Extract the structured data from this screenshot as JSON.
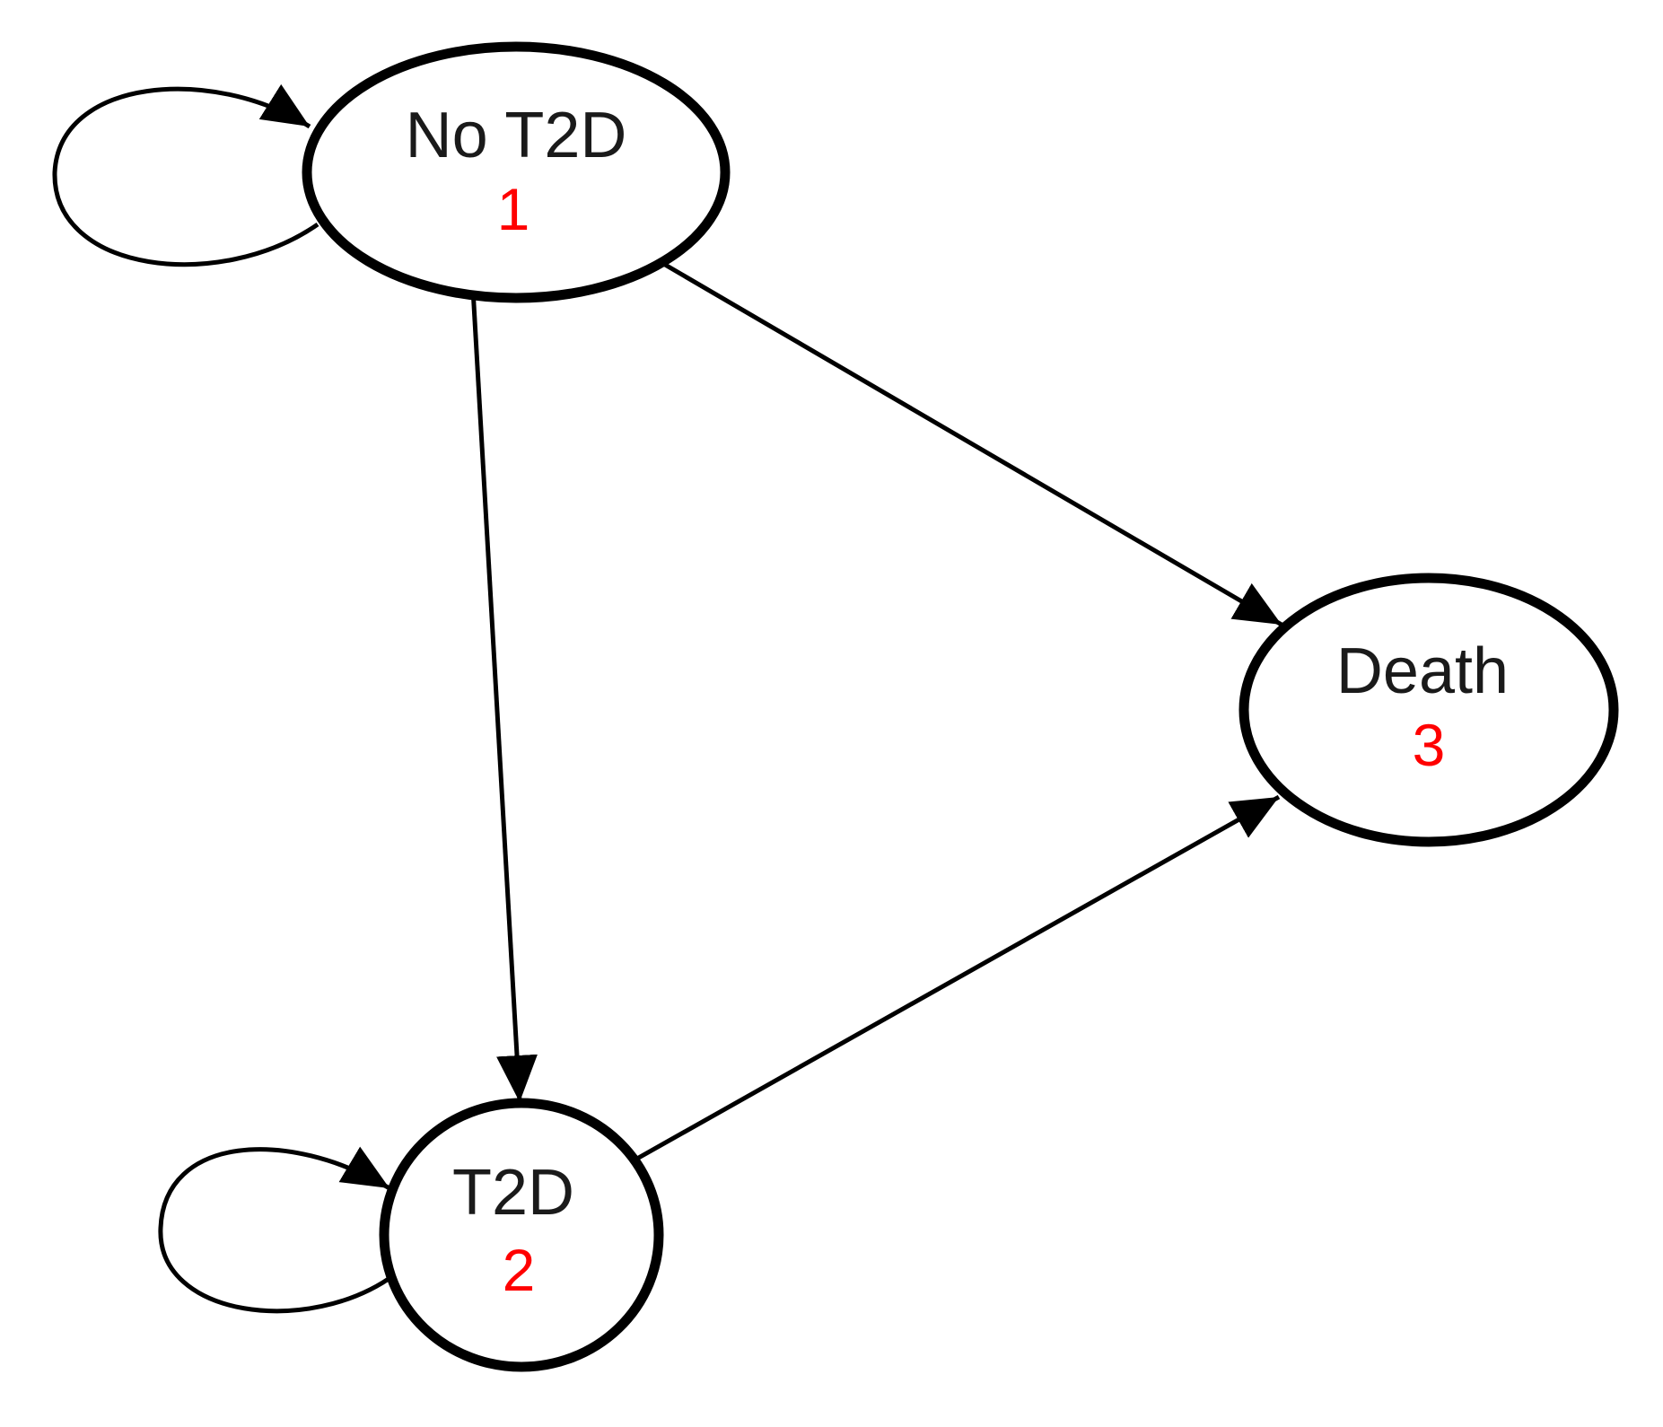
{
  "diagram": {
    "type": "state-transition-diagram",
    "background_color": "#ffffff",
    "line_color": "#000000",
    "number_color": "#ff0000",
    "nodes": [
      {
        "id": "no-t2d",
        "label": "No T2D",
        "number": "1",
        "shape": "ellipse"
      },
      {
        "id": "t2d",
        "label": "T2D",
        "number": "2",
        "shape": "circle"
      },
      {
        "id": "death",
        "label": "Death",
        "number": "3",
        "shape": "ellipse"
      }
    ],
    "edges": [
      {
        "from": "no-t2d",
        "to": "no-t2d",
        "kind": "self-loop"
      },
      {
        "from": "t2d",
        "to": "t2d",
        "kind": "self-loop"
      },
      {
        "from": "no-t2d",
        "to": "t2d",
        "kind": "arrow"
      },
      {
        "from": "no-t2d",
        "to": "death",
        "kind": "arrow"
      },
      {
        "from": "t2d",
        "to": "death",
        "kind": "arrow"
      }
    ]
  }
}
